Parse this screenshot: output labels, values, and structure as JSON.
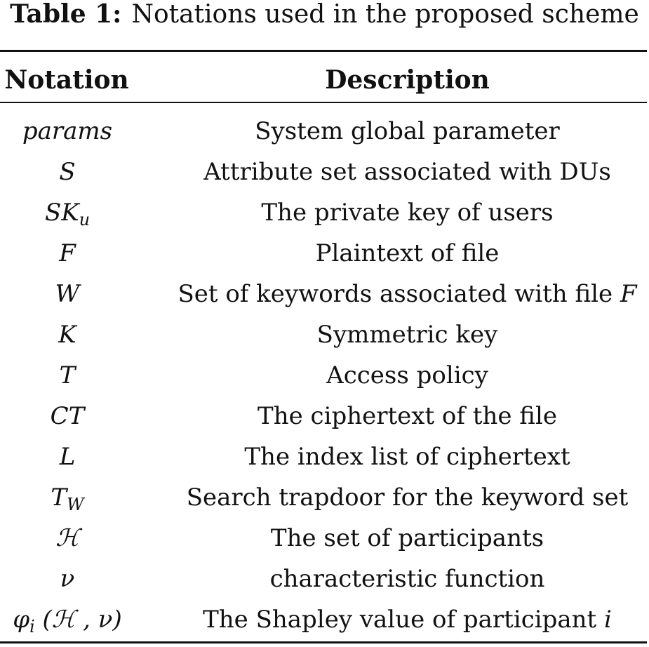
{
  "caption": {
    "label": "Table 1:",
    "text": "Notations used in the proposed scheme"
  },
  "header": {
    "notation": "Notation",
    "description": "Description"
  },
  "rows": [
    {
      "notation": "params",
      "notation_sub": "",
      "description": "System global parameter",
      "description_var": ""
    },
    {
      "notation": "S",
      "notation_sub": "",
      "description": "Attribute set associated with DUs",
      "description_var": ""
    },
    {
      "notation": "SK",
      "notation_sub": "u",
      "description": "The private key of users",
      "description_var": ""
    },
    {
      "notation": "F",
      "notation_sub": "",
      "description": "Plaintext of file",
      "description_var": ""
    },
    {
      "notation": "W",
      "notation_sub": "",
      "description": "Set of keywords associated with file ",
      "description_var": "F"
    },
    {
      "notation": "K",
      "notation_sub": "",
      "description": "Symmetric key",
      "description_var": ""
    },
    {
      "notation": "T",
      "notation_sub": "",
      "description": "Access policy",
      "description_var": ""
    },
    {
      "notation": "CT",
      "notation_sub": "",
      "description": "The ciphertext of the file",
      "description_var": ""
    },
    {
      "notation": "L",
      "notation_sub": "",
      "description": "The index list of ciphertext",
      "description_var": ""
    },
    {
      "notation": "T",
      "notation_sub": "W",
      "description": "Search trapdoor for the keyword set",
      "description_var": ""
    },
    {
      "notation": "ℋ",
      "notation_sub": "",
      "description": "The set of participants",
      "description_var": ""
    },
    {
      "notation": "ν",
      "notation_sub": "",
      "description": "characteristic function",
      "description_var": ""
    },
    {
      "notation": "φ",
      "notation_sub": "i",
      "notation_tail": " (ℋ , ν)",
      "description": "The Shapley value of participant ",
      "description_var": "i"
    }
  ]
}
